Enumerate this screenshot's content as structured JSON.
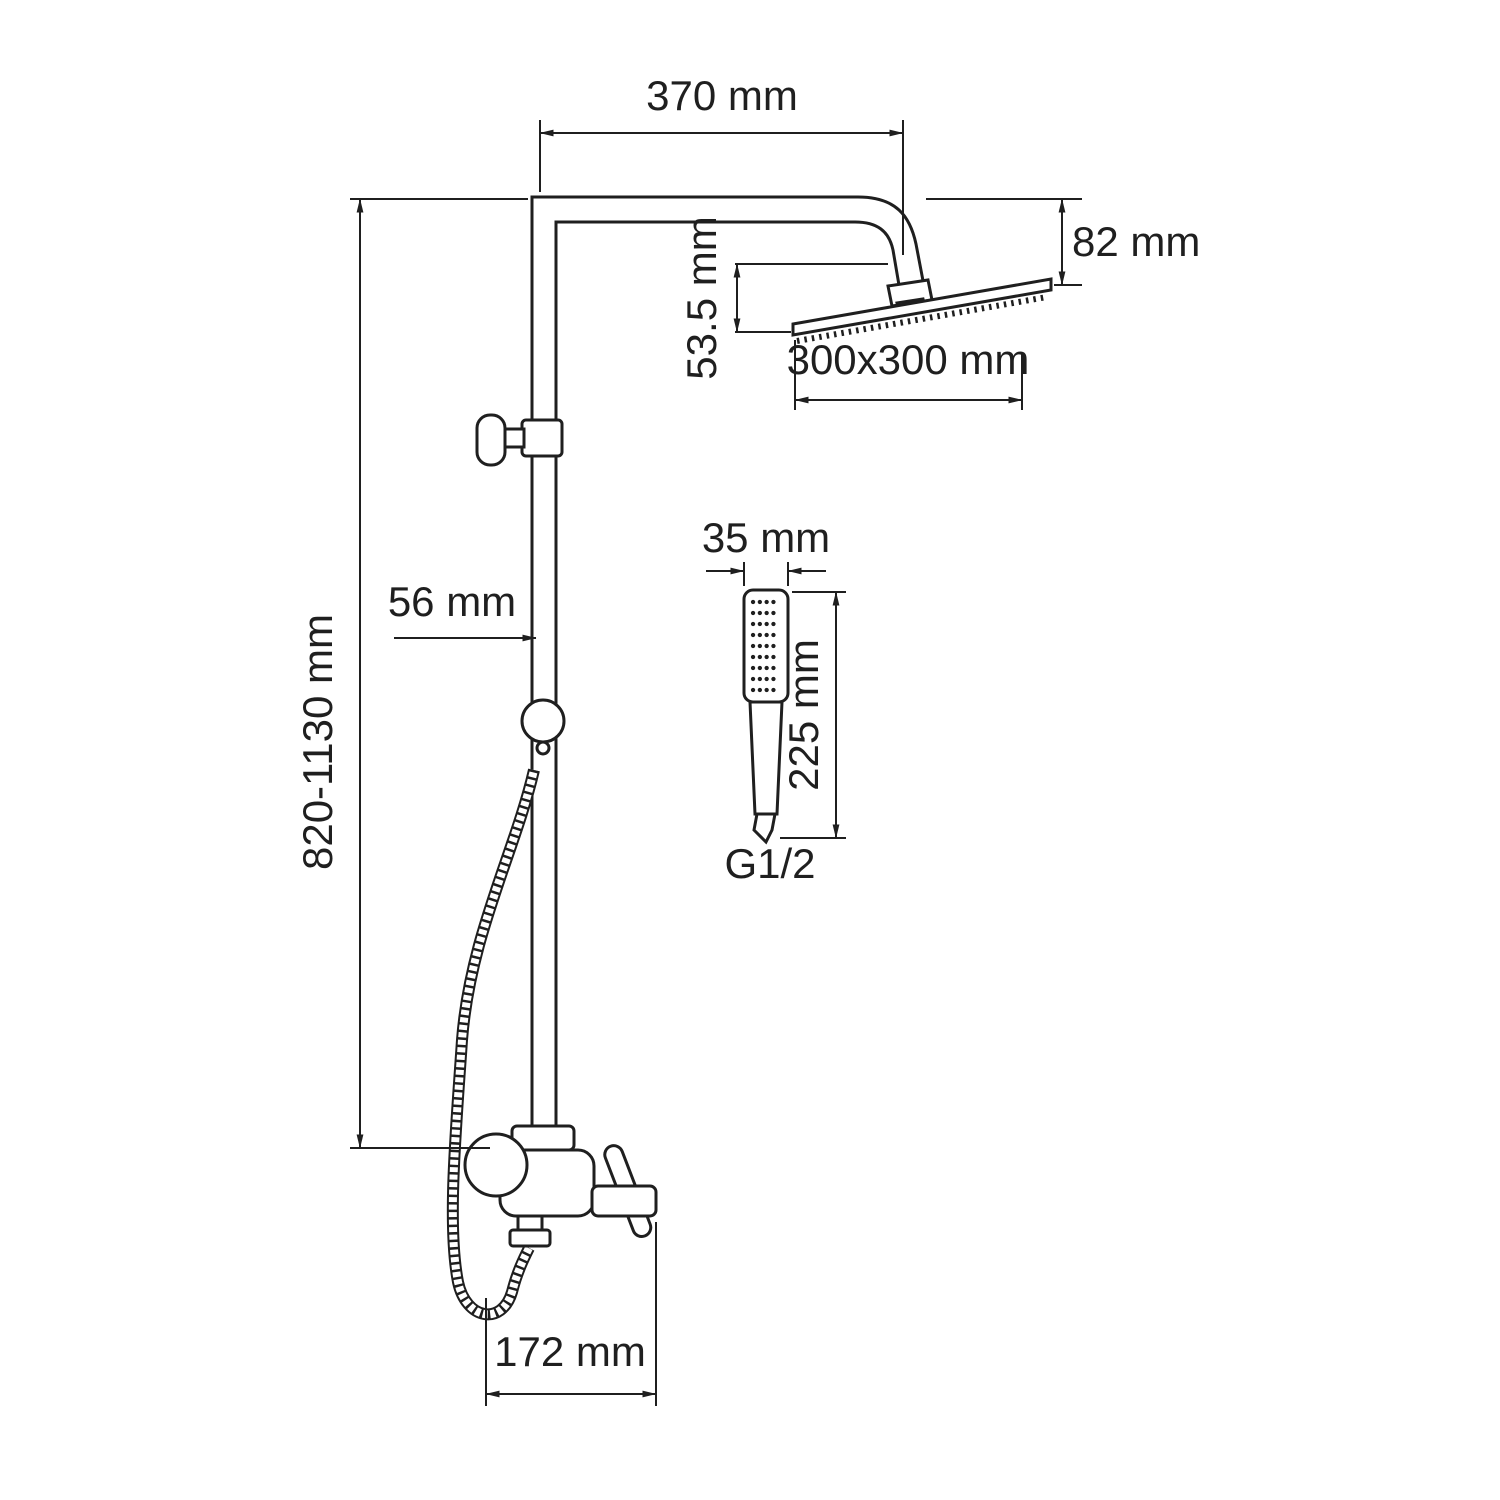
{
  "page": {
    "background_color": "#ffffff",
    "line_color": "#1f1f1f"
  },
  "drawing": {
    "type": "technical-dimension-drawing",
    "subject": "wall-mounted shower system with rain head, hand shower and bath spout mixer"
  },
  "labels": {
    "dim_top_arm": "370 mm",
    "dim_head_drop": "82 mm",
    "dim_head_offset": "53.5 mm",
    "dim_head_size": "300x300 mm",
    "dim_column_height": "820-1130 mm",
    "dim_pipe_offset": "56 mm",
    "dim_handshower_width": "35 mm",
    "dim_handshower_length": "225 mm",
    "label_thread": "G1/2",
    "dim_spout_reach": "172 mm"
  }
}
